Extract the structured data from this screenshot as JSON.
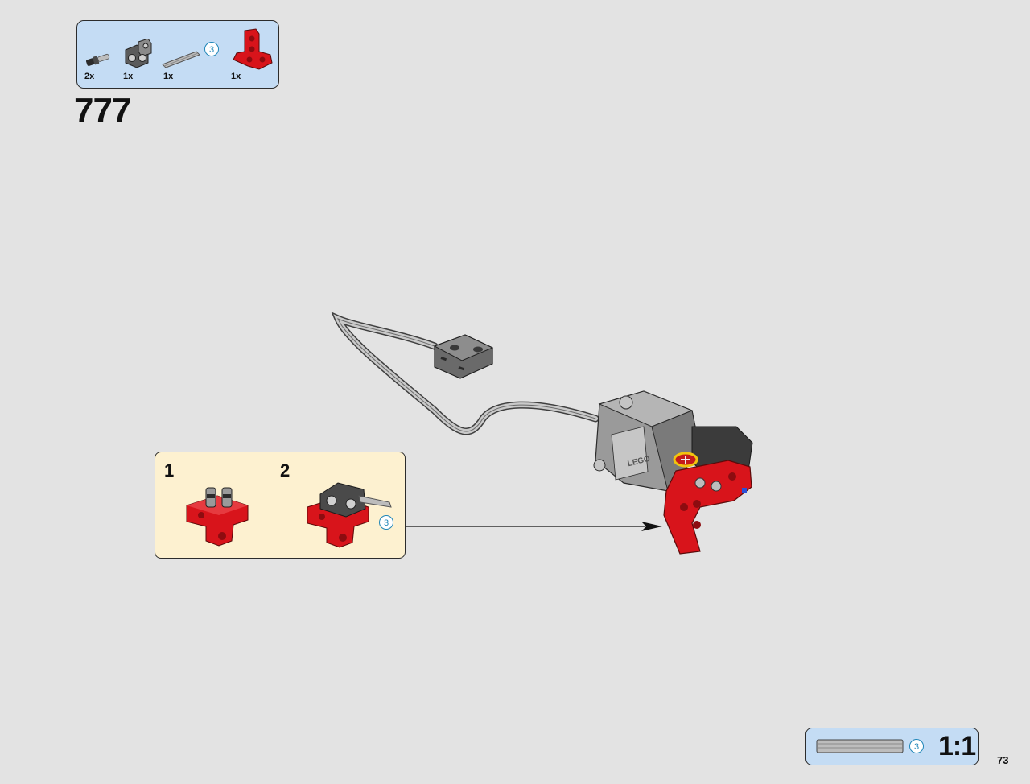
{
  "parts_list": {
    "items": [
      {
        "name": "pin-with-bush",
        "quantity": "2x"
      },
      {
        "name": "angle-connector",
        "quantity": "1x"
      },
      {
        "name": "axle",
        "quantity": "1x",
        "length": "3"
      },
      {
        "name": "red-angled-beam",
        "quantity": "1x"
      }
    ]
  },
  "step_number": "777",
  "sub_assembly": {
    "steps": [
      {
        "number": "1"
      },
      {
        "number": "2",
        "axle_length": "3"
      }
    ]
  },
  "scale_reference": {
    "axle_length": "3",
    "ratio": "1:1"
  },
  "page_number": "73",
  "colors": {
    "parts_panel": "#c4dcf4",
    "sub_panel": "#fdf1d0",
    "lego_red": "#d8141b",
    "motor_grey": "#8c8c8c",
    "highlight_yellow": "#f1c40f",
    "length_badge": "#1f86b8"
  }
}
